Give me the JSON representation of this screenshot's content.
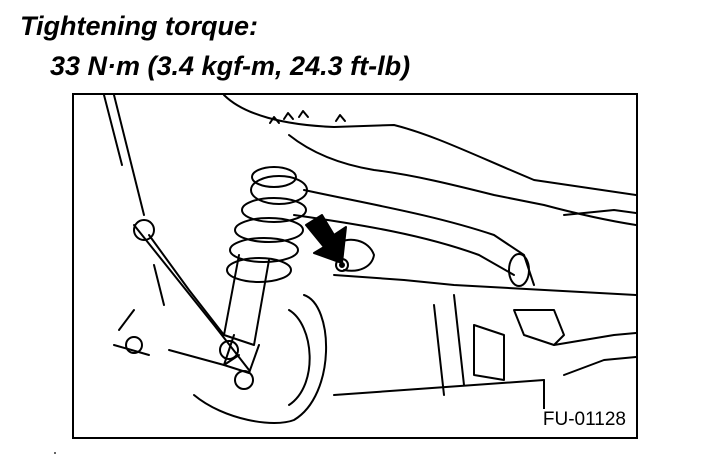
{
  "heading": {
    "title": "Tightening torque:",
    "spec": "33 N·m (3.4 kgf-m, 24.3 ft-lb)"
  },
  "figure": {
    "id_label": "FU-01128",
    "icons": {
      "arrow": "pointer-arrow-icon"
    }
  }
}
